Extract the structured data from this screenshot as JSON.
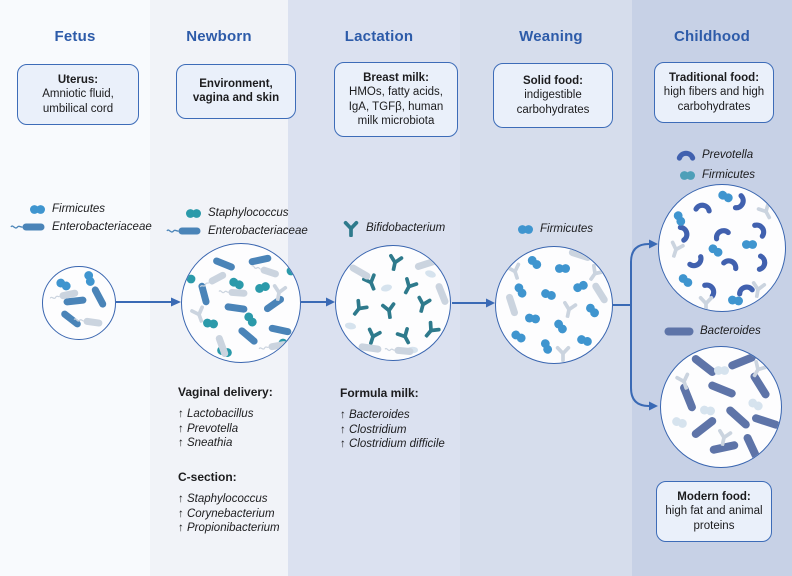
{
  "palette": {
    "header_blue": "#2D5BA9",
    "arrow_blue": "#3A6AB5",
    "circle_border": "#3A66B0",
    "box_border": "#3D6CB8",
    "box_fill": "#EAF0FA",
    "col_bgs": [
      "#F8FAFD",
      "#F1F3F8",
      "#DBE1F0",
      "#D6DDEC",
      "#C7D1E6"
    ],
    "bugs": {
      "firmicutes_blue": "#3F95CF",
      "firmicutes_teal": "#4E9FB8",
      "staphylococcus": "#2B9AAA",
      "enterobacteriaceae": "#4A84B8",
      "bifidobacterium": "#2E7A8C",
      "prevotella": "#4161AF",
      "bacteroides": "#5E74A8",
      "pale_gray": "#CBD4DF",
      "pale_blue": "#D6E3EE"
    }
  },
  "columns": [
    {
      "title": "Fetus",
      "box": {
        "title": "Uterus:",
        "body": "Amniotic fluid, umbilical cord"
      },
      "legend": [
        {
          "label": "Firmicutes"
        },
        {
          "label": "Enterobacteriaceae"
        }
      ]
    },
    {
      "title": "Newborn",
      "box": {
        "title": "Environment, vagina and skin",
        "body": ""
      },
      "legend": [
        {
          "label": "Staphylococcus"
        },
        {
          "label": "Enterobacteriaceae"
        }
      ]
    },
    {
      "title": "Lactation",
      "box": {
        "title": "Breast milk:",
        "body": "HMOs, fatty acids, IgA, TGFβ, human milk microbiota"
      },
      "legend": [
        {
          "label": "Bifidobacterium"
        }
      ]
    },
    {
      "title": "Weaning",
      "box": {
        "title": "Solid food:",
        "body": "indigestible carbohydrates"
      },
      "legend": [
        {
          "label": "Firmicutes"
        }
      ]
    },
    {
      "title": "Childhood",
      "box": {
        "title": "Traditional food:",
        "body": "high fibers and high carbohydrates"
      },
      "legend": [
        {
          "label": "Prevotella"
        },
        {
          "label": "Firmicutes"
        }
      ],
      "legend2": [
        {
          "label": "Bacteroides"
        }
      ],
      "box2": {
        "title": "Modern food:",
        "body": "high fat and animal proteins"
      }
    }
  ],
  "lists": {
    "up_prefix": "↑",
    "vaginal": {
      "title": "Vaginal delivery:",
      "items": [
        "Lactobacillus",
        "Prevotella",
        "Sneathia"
      ]
    },
    "csection": {
      "title": "C-section:",
      "items": [
        "Staphylococcus",
        "Corynebacterium",
        "Propionibacterium"
      ]
    },
    "formula": {
      "title": "Formula milk:",
      "items": [
        "Bacteroides",
        "Clostridium",
        "Clostridium difficile"
      ]
    }
  }
}
